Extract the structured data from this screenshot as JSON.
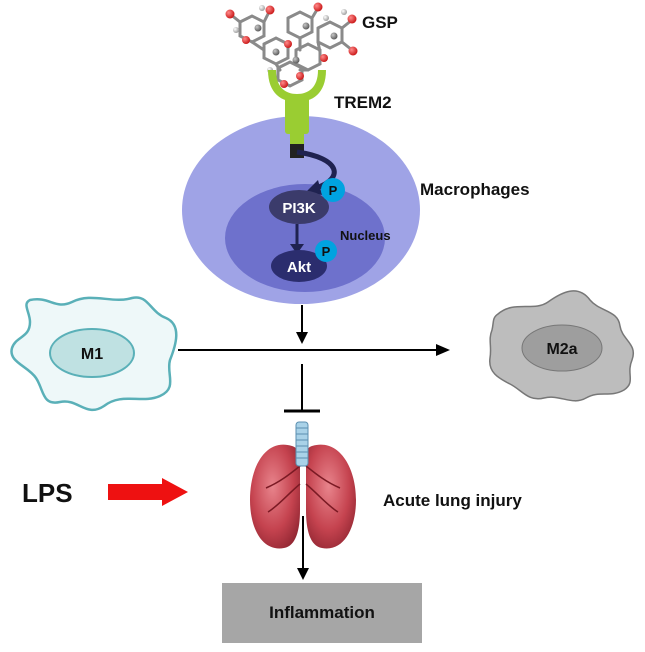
{
  "labels": {
    "gsp": "GSP",
    "trem2": "TREM2",
    "macrophages": "Macrophages",
    "nucleus": "Nucleus",
    "pi3k": "PI3K",
    "akt": "Akt",
    "phospho": "P",
    "m1": "M1",
    "m2a": "M2a",
    "lps": "LPS",
    "acute_lung_injury": "Acute lung injury",
    "inflammation": "Inflammation"
  },
  "colors": {
    "macrophage_outer": "#9fa3e6",
    "nucleus": "#6e71cc",
    "kinase": "#3b3b6b",
    "akt": "#2b2d6e",
    "phospho": "#00a3e0",
    "trem2": "#9acd32",
    "m1_fill": "#eef8f9",
    "m1_outline": "#5ab0b8",
    "m2a_fill": "#bdbdbd",
    "lps_arrow": "#ee1111",
    "inflammation_box": "#a6a6a6"
  },
  "icons": [
    "gsp-molecule-icon",
    "lung-icon",
    "trachea-icon"
  ]
}
